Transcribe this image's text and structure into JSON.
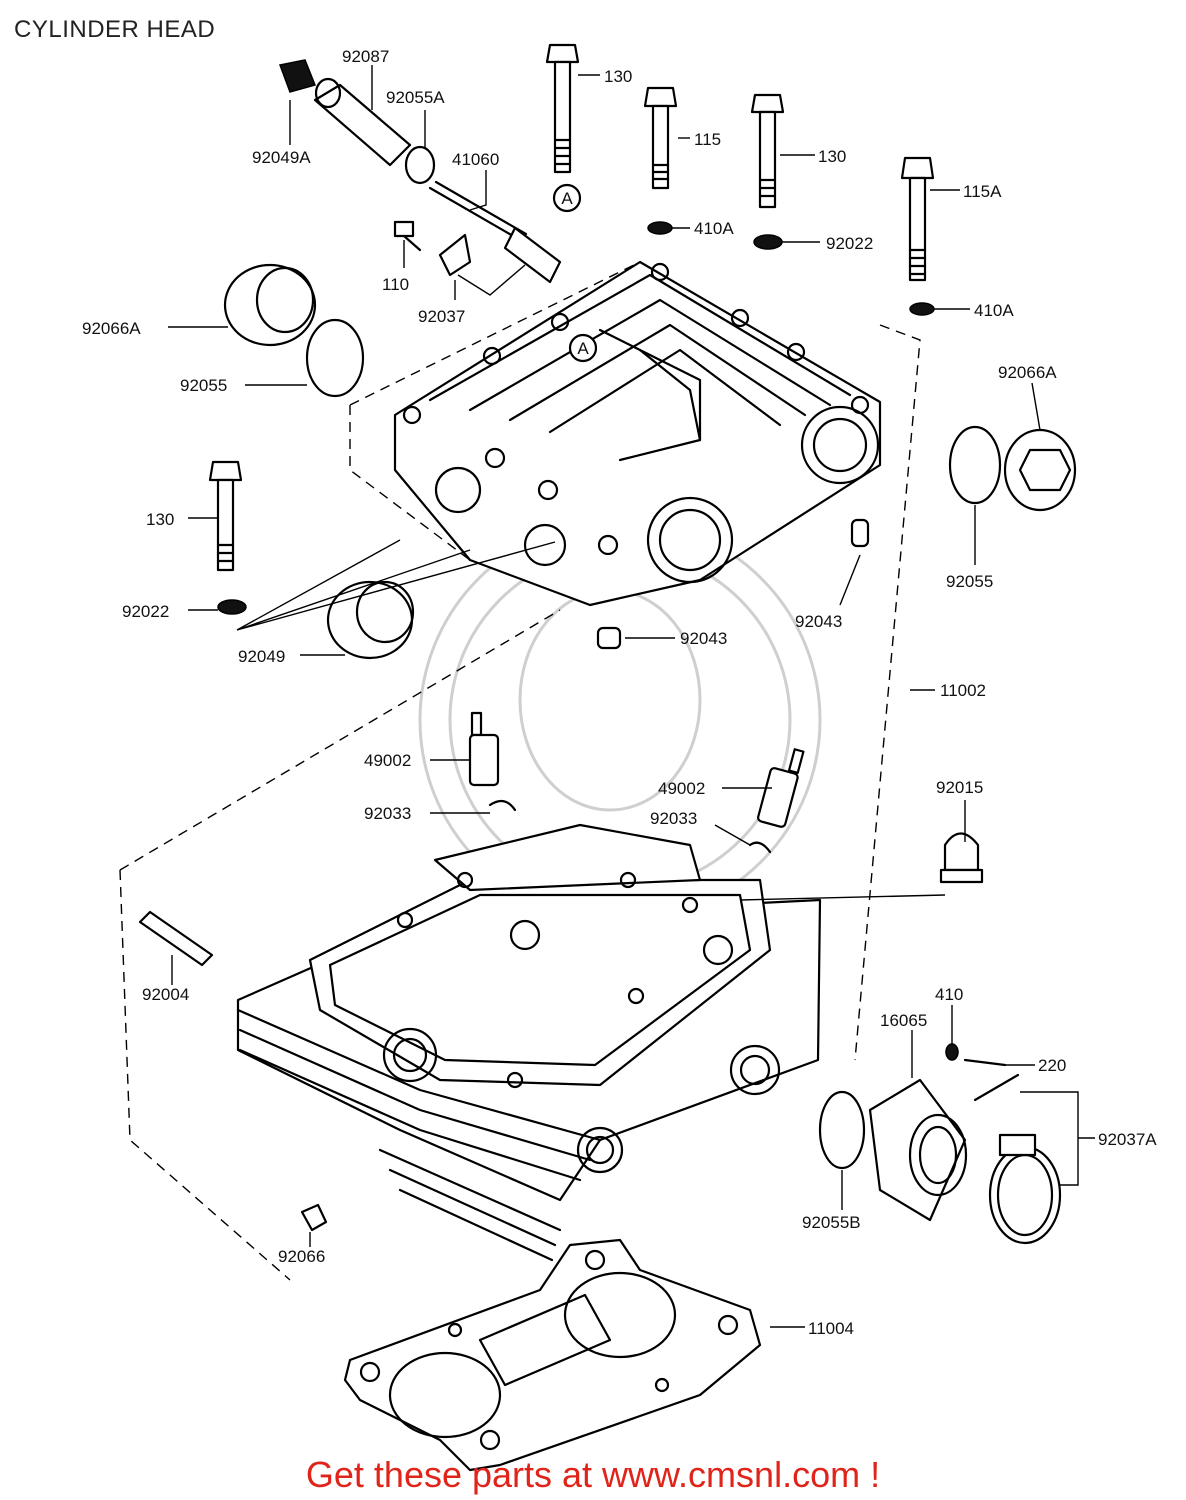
{
  "title": "CYLINDER HEAD",
  "footer": "Get these parts at www.cmsnl.com !",
  "callouts": {
    "c92087": "92087",
    "c92055A": "92055A",
    "c92049A": "92049A",
    "c41060": "41060",
    "c130a": "130",
    "c115": "115",
    "c130b": "130",
    "c115A": "115A",
    "c410Aa": "410A",
    "c410Ab": "410A",
    "c92022a": "92022",
    "c110": "110",
    "c92037": "92037",
    "c92066Aa": "92066A",
    "c92055a": "92055",
    "c92066Ab": "92066A",
    "c92055b": "92055",
    "c130c": "130",
    "c92022b": "92022",
    "c92049": "92049",
    "c92043a": "92043",
    "c92043b": "92043",
    "c11002": "11002",
    "c49002a": "49002",
    "c92033a": "92033",
    "c49002b": "49002",
    "c92033b": "92033",
    "c92015": "92015",
    "c92004": "92004",
    "c410": "410",
    "c16065": "16065",
    "c220": "220",
    "c92037A": "92037A",
    "c92055B": "92055B",
    "c92066": "92066",
    "c11004": "11004",
    "refA1": "A",
    "refA2": "A"
  }
}
